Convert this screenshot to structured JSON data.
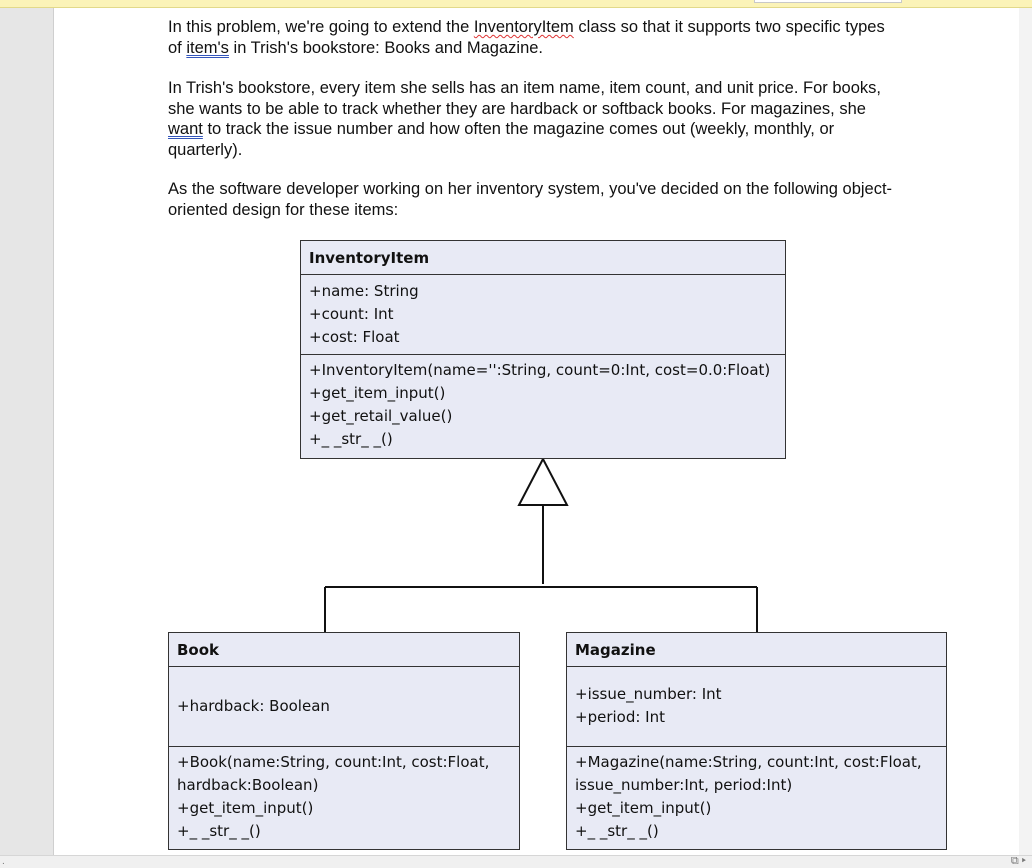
{
  "document": {
    "para1": {
      "before": "In this problem, we're going to extend the ",
      "flagged_word": "InventoryItem",
      "middle": " class so that it supports two specific types of ",
      "grammar_word": "item's",
      "after": " in Trish's bookstore: Books and Magazine."
    },
    "para2": {
      "before": "In Trish's bookstore, every item she sells has an item name, item count, and unit price. For books, she wants to be able to track whether they are hardback or softback books. For magazines, she ",
      "grammar_word": "want",
      "after": " to track the issue number and how often the magazine comes out (weekly, monthly, or quarterly)."
    },
    "para3": "As the software developer working on her inventory system, you've decided on the following object-oriented design for these items:"
  },
  "uml": {
    "inventory_item": {
      "name": "InventoryItem",
      "attributes": [
        "+name: String",
        "+count: Int",
        "+cost: Float"
      ],
      "methods": [
        "+InventoryItem(name='':String, count=0:Int, cost=0.0:Float)",
        "+get_item_input()",
        "+get_retail_value()",
        "+_ _str_ _()"
      ]
    },
    "book": {
      "name": "Book",
      "attributes": [
        "+hardback: Boolean"
      ],
      "methods": [
        "+Book(name:String, count:Int, cost:Float,",
        "hardback:Boolean)",
        "+get_item_input()",
        "+_ _str_ _()"
      ]
    },
    "magazine": {
      "name": "Magazine",
      "attributes": [
        "+issue_number: Int",
        "+period: Int"
      ],
      "methods": [
        "+Magazine(name:String, count:Int, cost:Float,",
        "issue_number:Int, period:Int)",
        "+get_item_input()",
        "+_ _str_ _()"
      ]
    }
  },
  "status": {
    "left_glyph": ".",
    "right_glyph": "⧉ ▸"
  },
  "colors": {
    "uml_fill": "#e8eaf5",
    "topbar": "#fbf3b8"
  }
}
